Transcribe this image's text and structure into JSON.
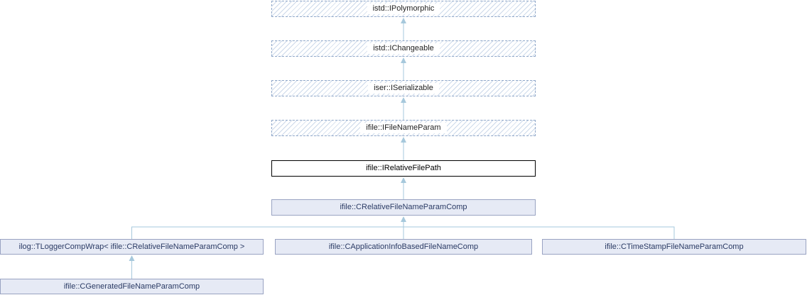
{
  "diagram": {
    "kind": "class-inheritance-graph",
    "nodes": {
      "ipolymorphic": "istd::IPolymorphic",
      "ichangeable": "istd::IChangeable",
      "iserializable": "iser::ISerializable",
      "ifilenameparam": "ifile::IFileNameParam",
      "irelativefilepath": "ifile::IRelativeFilePath",
      "crelative": "ifile::CRelativeFileNameParamComp",
      "tloggerwrap": "ilog::TLoggerCompWrap< ifile::CRelativeFileNameParamComp >",
      "capplication": "ifile::CApplicationInfoBasedFileNameComp",
      "ctimestamp": "ifile::CTimeStampFileNameParamComp",
      "cgenerated": "ifile::CGeneratedFileNameParamComp"
    },
    "colors": {
      "arrow": "#a6c8dc",
      "node_fill": "#e6eaf5",
      "node_border": "#99a3c2",
      "node_text": "#2a3a64",
      "dashed_border": "#8ea6c8",
      "dashed_text": "#1f1f1f",
      "hatch": "#ccd9ea",
      "main_border": "#000000",
      "main_text": "#000000",
      "background": "#ffffff"
    }
  }
}
